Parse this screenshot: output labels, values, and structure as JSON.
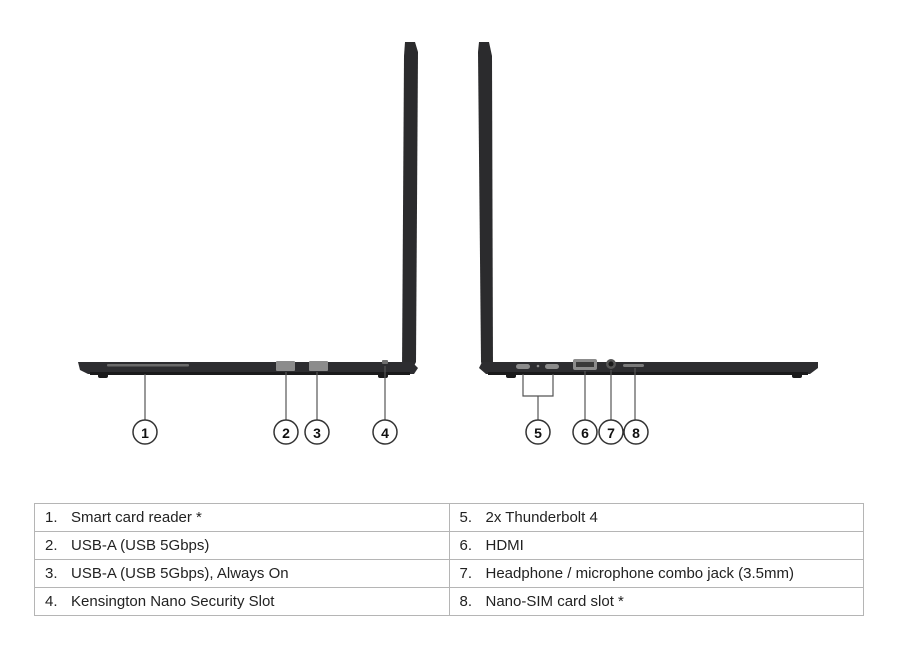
{
  "callouts": [
    "1",
    "2",
    "3",
    "4",
    "5",
    "6",
    "7",
    "8"
  ],
  "ports": [
    {
      "num": "1.",
      "label": "Smart card reader *"
    },
    {
      "num": "2.",
      "label": "USB-A (USB 5Gbps)"
    },
    {
      "num": "3.",
      "label": "USB-A (USB 5Gbps), Always On"
    },
    {
      "num": "4.",
      "label": "Kensington Nano Security Slot"
    },
    {
      "num": "5.",
      "label": "2x Thunderbolt 4"
    },
    {
      "num": "6.",
      "label": "HDMI"
    },
    {
      "num": "7.",
      "label": "Headphone / microphone combo jack (3.5mm)"
    },
    {
      "num": "8.",
      "label": "Nano-SIM card slot *"
    }
  ],
  "colors": {
    "chassis": "#2b2b2d",
    "border": "#b5b5b5"
  }
}
